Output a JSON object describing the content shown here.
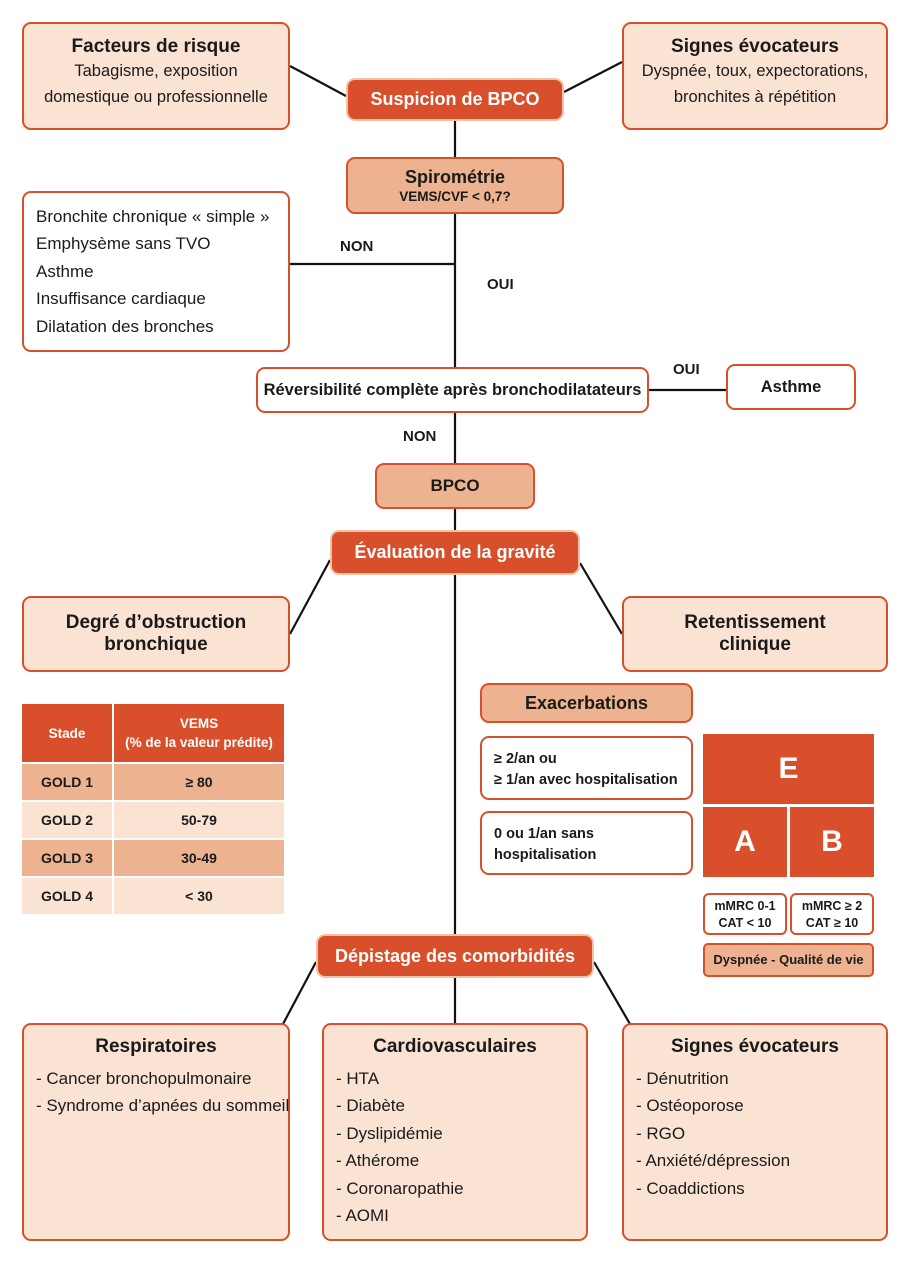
{
  "risk_factors": {
    "title": "Facteurs de risque",
    "line1": "Tabagisme, exposition",
    "line2": "domestique ou professionnelle"
  },
  "evocative_signs_top": {
    "title": "Signes évocateurs",
    "line1": "Dyspnée, toux, expectorations,",
    "line2": "bronchites à répétition"
  },
  "suspicion": "Suspicion de BPCO",
  "spirometry": {
    "title": "Spirométrie",
    "criterion": "VEMS/CVF < 0,7?"
  },
  "differential": [
    "Bronchite chronique « simple »",
    "Emphysème sans TVO",
    "Asthme",
    "Insuffisance cardiaque",
    "Dilatation des bronches"
  ],
  "labels": {
    "non1": "NON",
    "oui1": "OUI",
    "oui2": "OUI",
    "non2": "NON"
  },
  "reversibility": "Réversibilité complète après bronchodilatateurs",
  "asthma": "Asthme",
  "copd": "BPCO",
  "severity": "Évaluation de la gravité",
  "obstruction": {
    "line1": "Degré d’obstruction",
    "line2": "bronchique"
  },
  "clinical": {
    "line1": "Retentissement",
    "line2": "clinique"
  },
  "gold_table": {
    "headers": [
      "Stade",
      "VEMS",
      "(% de la valeur prédite)"
    ],
    "rows": [
      [
        "GOLD 1",
        "≥ 80"
      ],
      [
        "GOLD 2",
        "50-79"
      ],
      [
        "GOLD 3",
        "30-49"
      ],
      [
        "GOLD 4",
        "< 30"
      ]
    ]
  },
  "exacerbations": {
    "title": "Exacerbations",
    "high_line1": "≥ 2/an ou",
    "high_line2": "≥ 1/an avec hospitalisation",
    "low_line1": "0 ou 1/an sans",
    "low_line2": "hospitalisation"
  },
  "groups": {
    "e": "E",
    "a": "A",
    "b": "B"
  },
  "mmrc_low": {
    "line1": "mMRC 0-1",
    "line2": "CAT < 10"
  },
  "mmrc_high": {
    "line1": "mMRC ≥ 2",
    "line2": "CAT ≥ 10"
  },
  "dyspnea_qol": "Dyspnée - Qualité de vie",
  "comorbidity_screening": "Dépistage des comorbidités",
  "respiratory": {
    "title": "Respiratoires",
    "items": [
      "- Cancer bronchopulmonaire",
      "- Syndrome d’apnées du sommeil"
    ]
  },
  "cardiovascular": {
    "title": "Cardiovasculaires",
    "items": [
      "- HTA",
      "- Diabète",
      "- Dyslipidémie",
      "- Athérome",
      "- Coronaropathie",
      "- AOMI"
    ]
  },
  "evocative_signs_bottom": {
    "title": "Signes évocateurs",
    "items": [
      "- Dénutrition",
      "- Ostéoporose",
      "- RGO",
      "- Anxiété/dépression",
      "- Coaddictions"
    ]
  },
  "colors": {
    "accent": "#d94f2b",
    "light": "#fbe3d4",
    "mid": "#edb290"
  }
}
